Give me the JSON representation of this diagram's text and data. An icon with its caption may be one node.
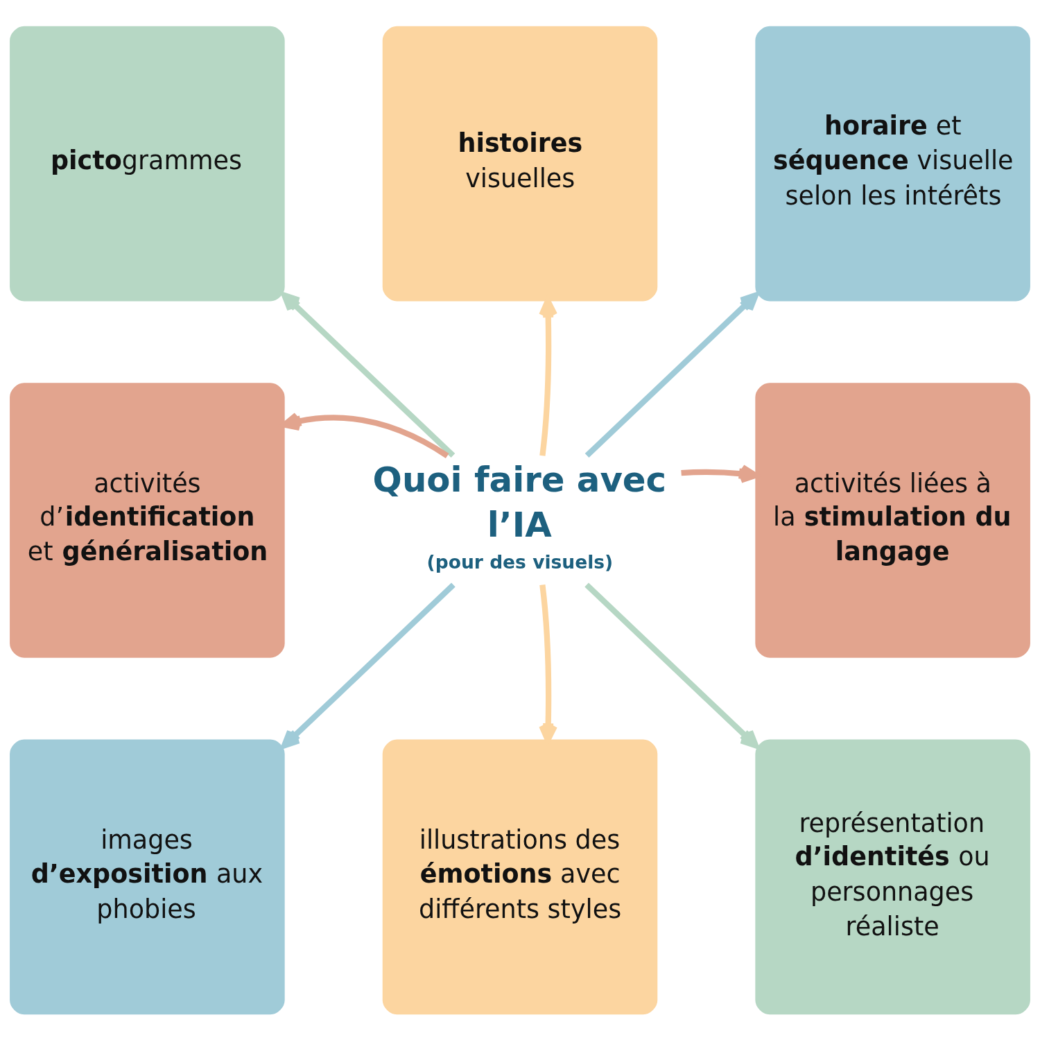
{
  "diagram": {
    "nodes": [
      {
        "text": [
          "**picto**grammes"
        ]
      },
      {
        "text": [
          "**histoires** visuelles"
        ]
      },
      {
        "text": [
          "**horaire** et **séquence** visuelle selon les intérêts"
        ]
      },
      {
        "text": [
          "activités d’**identification** et **généralisation**"
        ]
      },
      {
        "text": [
          "Quoi faire avec l’IA",
          "(pour des visuels)"
        ]
      },
      {
        "text": [
          "activités liées à la **stimulation du langage**"
        ]
      },
      {
        "text": [
          "images **d’exposition** aux phobies"
        ]
      },
      {
        "text": [
          "illustrations des **émotions** avec différents styles"
        ]
      },
      {
        "text": [
          "représentation **d’identités** ou personnages réaliste"
        ]
      }
    ],
    "edges": [
      {
        "from": 4,
        "to": 0,
        "arrow": "to",
        "color": "#b6d7c4"
      },
      {
        "from": 4,
        "to": 1,
        "arrow": "to",
        "color": "#fcd5a0"
      },
      {
        "from": 4,
        "to": 2,
        "arrow": "to",
        "color": "#a0cbd8"
      },
      {
        "from": 4,
        "to": 3,
        "arrow": "to",
        "color": "#e2a48e"
      },
      {
        "from": 4,
        "to": 5,
        "arrow": "to",
        "color": "#e2a48e"
      },
      {
        "from": 4,
        "to": 6,
        "arrow": "to",
        "color": "#a0cbd8"
      },
      {
        "from": 4,
        "to": 7,
        "arrow": "to",
        "color": "#fcd5a0"
      },
      {
        "from": 4,
        "to": 8,
        "arrow": "to",
        "color": "#b6d7c4"
      }
    ]
  }
}
